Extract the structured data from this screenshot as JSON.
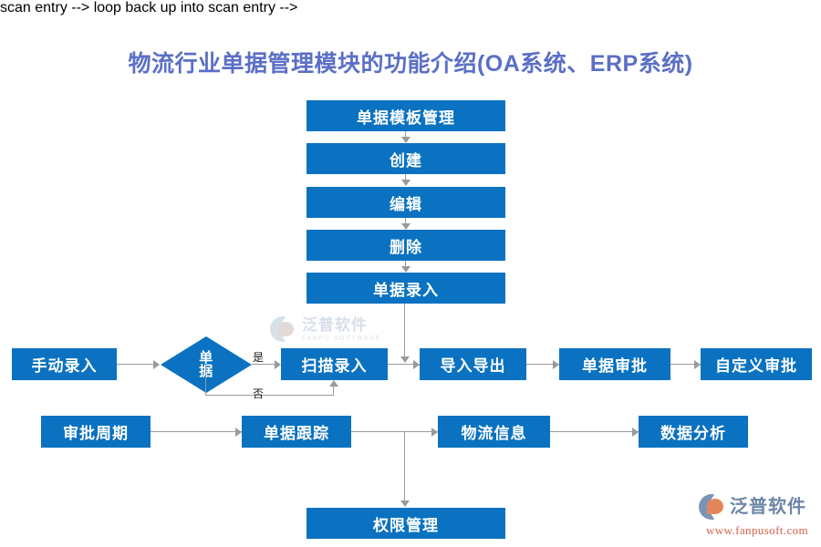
{
  "page": {
    "title": "物流行业单据管理模块的功能介绍(OA系统、ERP系统)",
    "title_color": "#5b6fc6",
    "node_color": "#0a72c1",
    "node_text_color": "#ffffff",
    "connector_color": "#9a9a9a",
    "background": "#ffffff"
  },
  "flow": {
    "template_column": [
      {
        "id": "template-management",
        "label": "单据模板管理"
      },
      {
        "id": "create",
        "label": "创建"
      },
      {
        "id": "edit",
        "label": "编辑"
      },
      {
        "id": "delete",
        "label": "删除"
      },
      {
        "id": "entry",
        "label": "单据录入"
      }
    ],
    "entry_row": [
      {
        "id": "manual-entry",
        "label": "手动录入"
      },
      {
        "id": "scan-entry",
        "label": "扫描录入"
      },
      {
        "id": "import-export",
        "label": "导入导出"
      },
      {
        "id": "document-approval",
        "label": "单据审批"
      },
      {
        "id": "custom-approval",
        "label": "自定义审批"
      }
    ],
    "decision": {
      "id": "document-decision",
      "line1": "单",
      "line2": "据",
      "yes_label": "是",
      "no_label": "否"
    },
    "tracking_row": [
      {
        "id": "approval-cycle",
        "label": "审批周期"
      },
      {
        "id": "document-tracking",
        "label": "单据跟踪"
      },
      {
        "id": "logistics-info",
        "label": "物流信息"
      },
      {
        "id": "data-analysis",
        "label": "数据分析"
      }
    ],
    "bottom": {
      "id": "permission-management",
      "label": "权限管理"
    }
  },
  "branding": {
    "watermark": {
      "cn": "泛普软件",
      "en": "FANPU SOFTWARE"
    },
    "logo": {
      "cn": "泛普软件",
      "url": "www.fanpusoft.com"
    }
  }
}
